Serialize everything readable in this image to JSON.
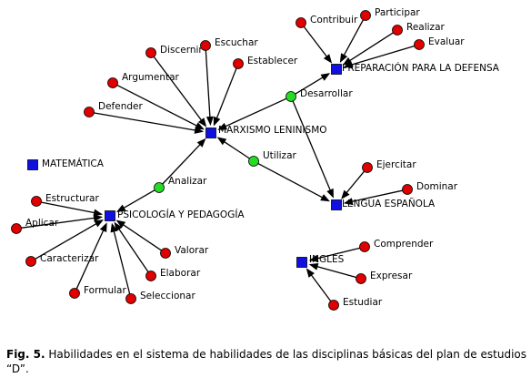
{
  "diagram": {
    "colors": {
      "subject": "#1010e0",
      "skill_red": "#e00000",
      "skill_green": "#22dd22",
      "edge": "#000000",
      "outline": "#000000"
    },
    "nodes": [
      {
        "id": "pd",
        "label": "PREPARACIÓN PARA LA DEFENSA",
        "kind": "subject"
      },
      {
        "id": "ml",
        "label": "MARXISMO LENINISMO",
        "kind": "subject"
      },
      {
        "id": "mat",
        "label": "MATEMÁTICA",
        "kind": "subject"
      },
      {
        "id": "psi",
        "label": "PSICOLOGÍA Y PEDAGOGÍA",
        "kind": "subject"
      },
      {
        "id": "le",
        "label": "LENGUA ESPAÑOLA",
        "kind": "subject"
      },
      {
        "id": "ing",
        "label": "INGLÉS",
        "kind": "subject"
      },
      {
        "id": "contribuir",
        "label": "Contribuir",
        "kind": "skill_red"
      },
      {
        "id": "participar",
        "label": "Participar",
        "kind": "skill_red"
      },
      {
        "id": "realizar",
        "label": "Realizar",
        "kind": "skill_red"
      },
      {
        "id": "evaluar",
        "label": "Evaluar",
        "kind": "skill_red"
      },
      {
        "id": "desarrollar",
        "label": "Desarrollar",
        "kind": "skill_green"
      },
      {
        "id": "discernir",
        "label": "Discernir",
        "kind": "skill_red"
      },
      {
        "id": "escuchar",
        "label": "Escuchar",
        "kind": "skill_red"
      },
      {
        "id": "establecer",
        "label": "Establecer",
        "kind": "skill_red"
      },
      {
        "id": "argumentar",
        "label": "Argumentar",
        "kind": "skill_red"
      },
      {
        "id": "defender",
        "label": "Defender",
        "kind": "skill_red"
      },
      {
        "id": "utilizar",
        "label": "Utilizar",
        "kind": "skill_green"
      },
      {
        "id": "analizar",
        "label": "Analizar",
        "kind": "skill_green"
      },
      {
        "id": "ejercitar",
        "label": "Ejercitar",
        "kind": "skill_red"
      },
      {
        "id": "dominar",
        "label": "Dominar",
        "kind": "skill_red"
      },
      {
        "id": "estructurar",
        "label": "Estructurar",
        "kind": "skill_red"
      },
      {
        "id": "aplicar",
        "label": "Aplicar",
        "kind": "skill_red"
      },
      {
        "id": "caracterizar",
        "label": "Caracterizar",
        "kind": "skill_red"
      },
      {
        "id": "formular",
        "label": "Formular",
        "kind": "skill_red"
      },
      {
        "id": "seleccionar",
        "label": "Seleccionar",
        "kind": "skill_red"
      },
      {
        "id": "elaborar",
        "label": "Elaborar",
        "kind": "skill_red"
      },
      {
        "id": "valorar",
        "label": "Valorar",
        "kind": "skill_red"
      },
      {
        "id": "comprender",
        "label": "Comprender",
        "kind": "skill_red"
      },
      {
        "id": "expresar",
        "label": "Expresar",
        "kind": "skill_red"
      },
      {
        "id": "estudiar",
        "label": "Estudiar",
        "kind": "skill_red"
      }
    ],
    "edges": [
      {
        "from": "contribuir",
        "to": "pd"
      },
      {
        "from": "participar",
        "to": "pd"
      },
      {
        "from": "realizar",
        "to": "pd"
      },
      {
        "from": "evaluar",
        "to": "pd"
      },
      {
        "from": "desarrollar",
        "to": "pd"
      },
      {
        "from": "desarrollar",
        "to": "ml"
      },
      {
        "from": "desarrollar",
        "to": "le"
      },
      {
        "from": "discernir",
        "to": "ml"
      },
      {
        "from": "escuchar",
        "to": "ml"
      },
      {
        "from": "establecer",
        "to": "ml"
      },
      {
        "from": "argumentar",
        "to": "ml"
      },
      {
        "from": "defender",
        "to": "ml"
      },
      {
        "from": "utilizar",
        "to": "ml"
      },
      {
        "from": "utilizar",
        "to": "le"
      },
      {
        "from": "analizar",
        "to": "ml"
      },
      {
        "from": "analizar",
        "to": "psi"
      },
      {
        "from": "ejercitar",
        "to": "le"
      },
      {
        "from": "dominar",
        "to": "le"
      },
      {
        "from": "estructurar",
        "to": "psi"
      },
      {
        "from": "aplicar",
        "to": "psi"
      },
      {
        "from": "caracterizar",
        "to": "psi"
      },
      {
        "from": "formular",
        "to": "psi"
      },
      {
        "from": "seleccionar",
        "to": "psi"
      },
      {
        "from": "elaborar",
        "to": "psi"
      },
      {
        "from": "valorar",
        "to": "psi"
      },
      {
        "from": "comprender",
        "to": "ing"
      },
      {
        "from": "expresar",
        "to": "ing"
      },
      {
        "from": "estudiar",
        "to": "ing"
      }
    ]
  },
  "caption": {
    "label": "Fig. 5.",
    "text": " Habilidades en el sistema de habilidades de las disciplinas básicas del plan de estudios “D”."
  }
}
